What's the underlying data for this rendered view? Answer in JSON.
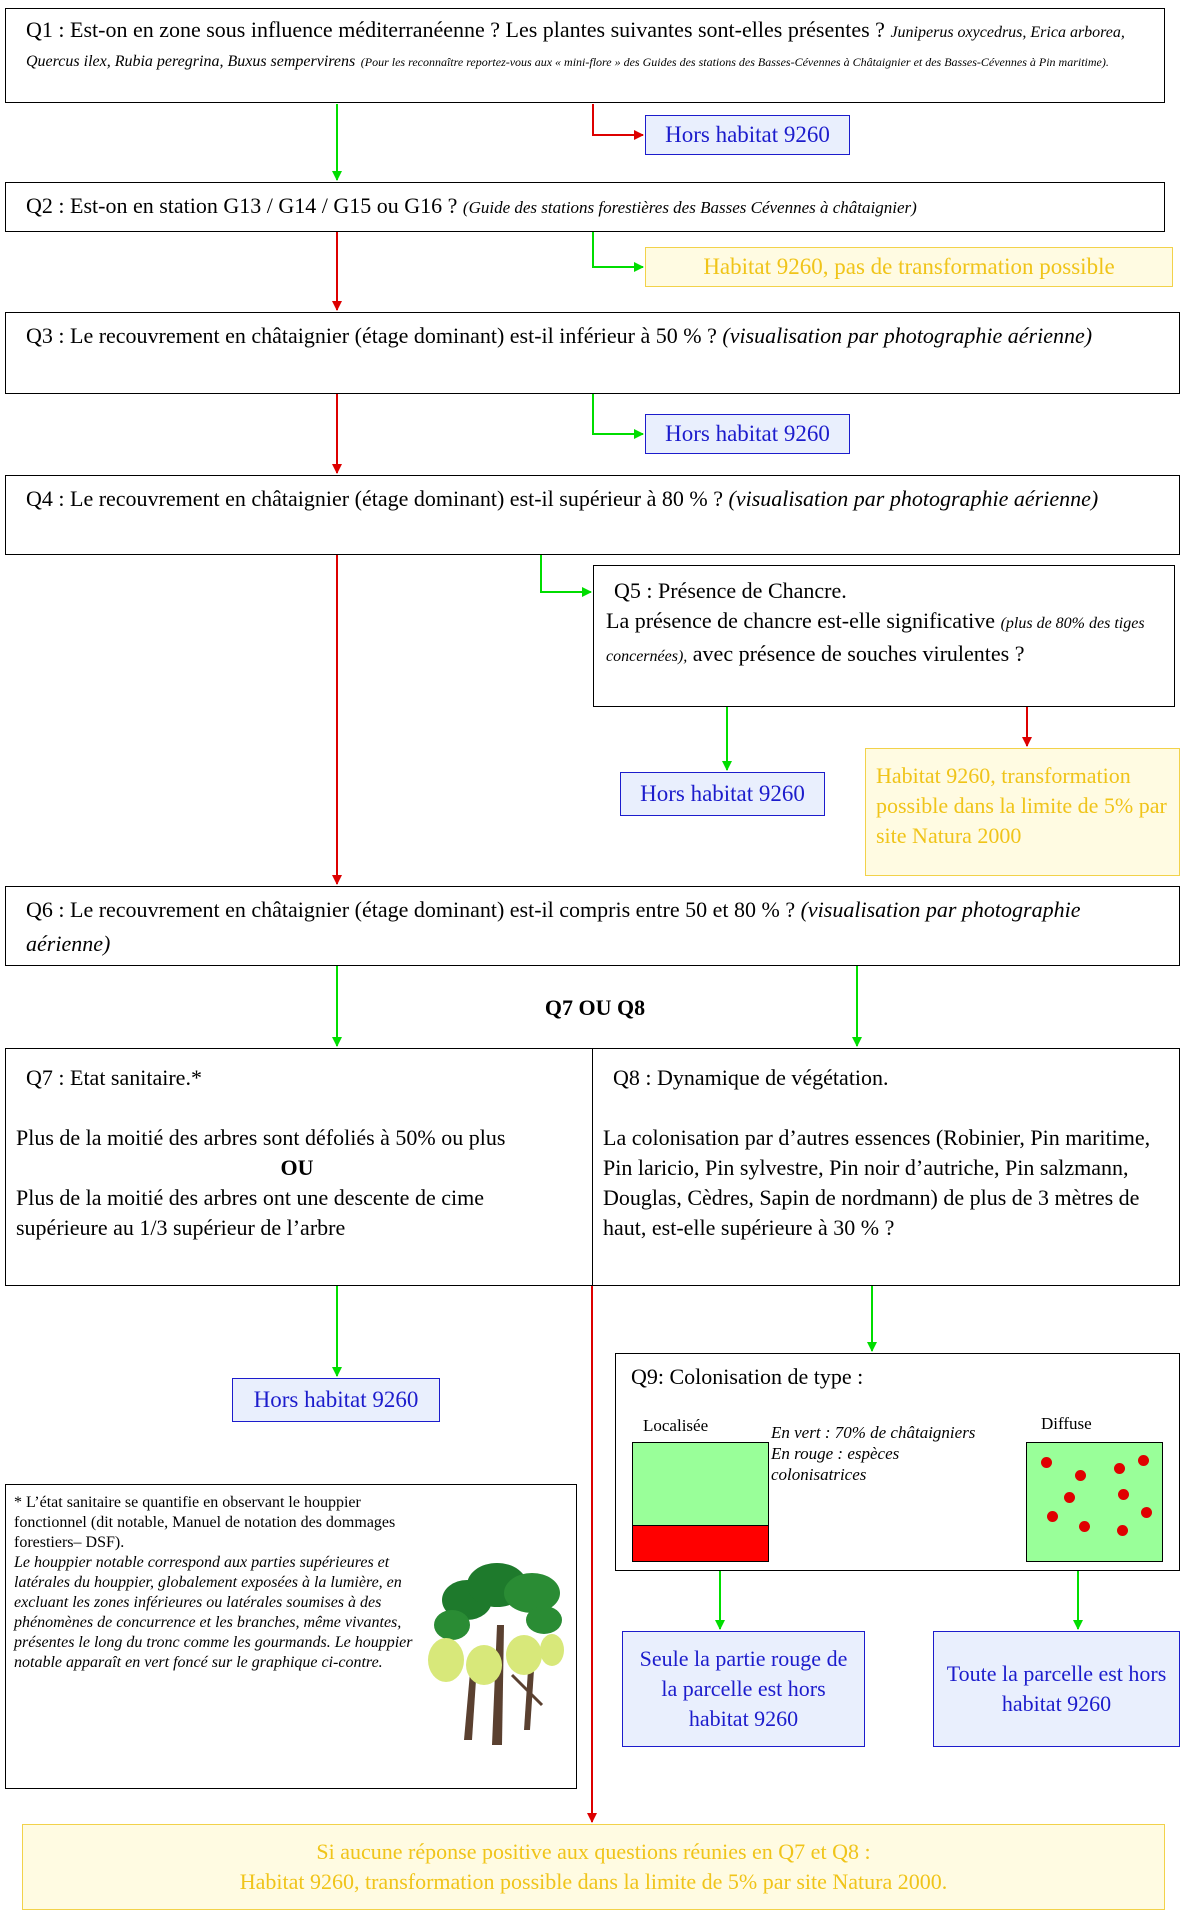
{
  "q1": {
    "main": "Q1 : Est-on en zone sous influence méditerranéenne ?  Les plantes suivantes sont-elles présentes ?",
    "species": "Juniperus oxycedrus, Erica arborea, Quercus ilex, Rubia peregrina, Buxus sempervirens",
    "note": "(Pour les reconnaître reportez-vous aux « mini-flore » des Guides des stations des Basses-Cévennes à Châtaignier et des Basses-Cévennes à Pin maritime)."
  },
  "q2": {
    "main": "Q2 : Est-on en station G13 / G14 / G15 ou G16 ?",
    "note": "(Guide des stations forestières des Basses Cévennes à châtaignier)"
  },
  "q3": {
    "main": "Q3 : Le recouvrement en châtaignier (étage dominant) est-il inférieur à 50 % ?",
    "note": "(visualisation par photographie aérienne)"
  },
  "q4": {
    "main": "Q4 : Le recouvrement en châtaignier (étage dominant) est-il supérieur à 80 % ?",
    "note": "(visualisation par photographie aérienne)"
  },
  "q5": {
    "title": "Q5 : Présence de Chancre.",
    "text_a": "La présence de chancre est-elle significative",
    "note": "(plus de 80% des tiges concernées),",
    "text_b": "avec présence de souches virulentes ?"
  },
  "q6": {
    "main": "Q6 : Le recouvrement en châtaignier (étage dominant) est-il compris entre 50 et 80 %  ?",
    "note": "(visualisation par photographie aérienne)"
  },
  "q7_or_q8": "Q7 OU Q8",
  "q7": {
    "title": "Q7 : Etat sanitaire.*",
    "text_a": "Plus de la moitié des arbres sont défoliés à 50% ou plus",
    "or": "OU",
    "text_b": "Plus de la moitié des arbres ont une descente de cime supérieure au 1/3 supérieur de l’arbre"
  },
  "q8": {
    "title": "Q8 : Dynamique de végétation.",
    "text": "La colonisation par d’autres essences (Robinier, Pin maritime, Pin laricio, Pin sylvestre, Pin noir d’autriche, Pin salzmann, Douglas, Cèdres, Sapin de nordmann) de plus de 3 mètres de haut, est-elle supérieure à 30 % ?"
  },
  "q9": {
    "title": "Q9: Colonisation de type :",
    "localisee": "Localisée",
    "diffuse": "Diffuse",
    "legend_green": "En vert : 70% de châtaigniers",
    "legend_red": "En rouge : espèces colonisatrices",
    "colors": {
      "green": "#99ff99",
      "red": "#ff0000"
    }
  },
  "outcomes": {
    "hors_1": "Hors habitat 9260",
    "hab_no_transfo": "Habitat 9260, pas de transformation possible",
    "hors_2": "Hors habitat 9260",
    "hors_3": "Hors habitat 9260",
    "hab_transfo_q5": "Habitat 9260, transformation possible dans la limite de 5% par site Natura 2000",
    "hors_4": "Hors habitat 9260",
    "seule_rouge": "Seule la partie rouge de la parcelle est hors habitat 9260",
    "toute_parcelle": "Toute la parcelle est hors habitat 9260",
    "final_line1": "Si aucune réponse positive aux questions réunies en Q7 et Q8 :",
    "final_line2": "Habitat 9260, transformation possible dans la limite de 5% par site Natura 2000."
  },
  "footnote": {
    "line1": "* L’état sanitaire se quantifie en observant le houppier fonctionnel (dit notable, Manuel de notation des dommages forestiers– DSF).",
    "line2": "Le houppier notable correspond aux parties supérieures et latérales du houppier, globalement exposées à la lumière, en excluant les zones inférieures ou latérales soumises à des phénomènes de concurrence et les branches, même vivantes, présentes le long du tronc comme les gourmands. Le houppier notable apparaît en vert foncé sur le graphique ci-contre."
  },
  "arrow_colors": {
    "yes": "#00dd00",
    "no": "#dd0000"
  }
}
